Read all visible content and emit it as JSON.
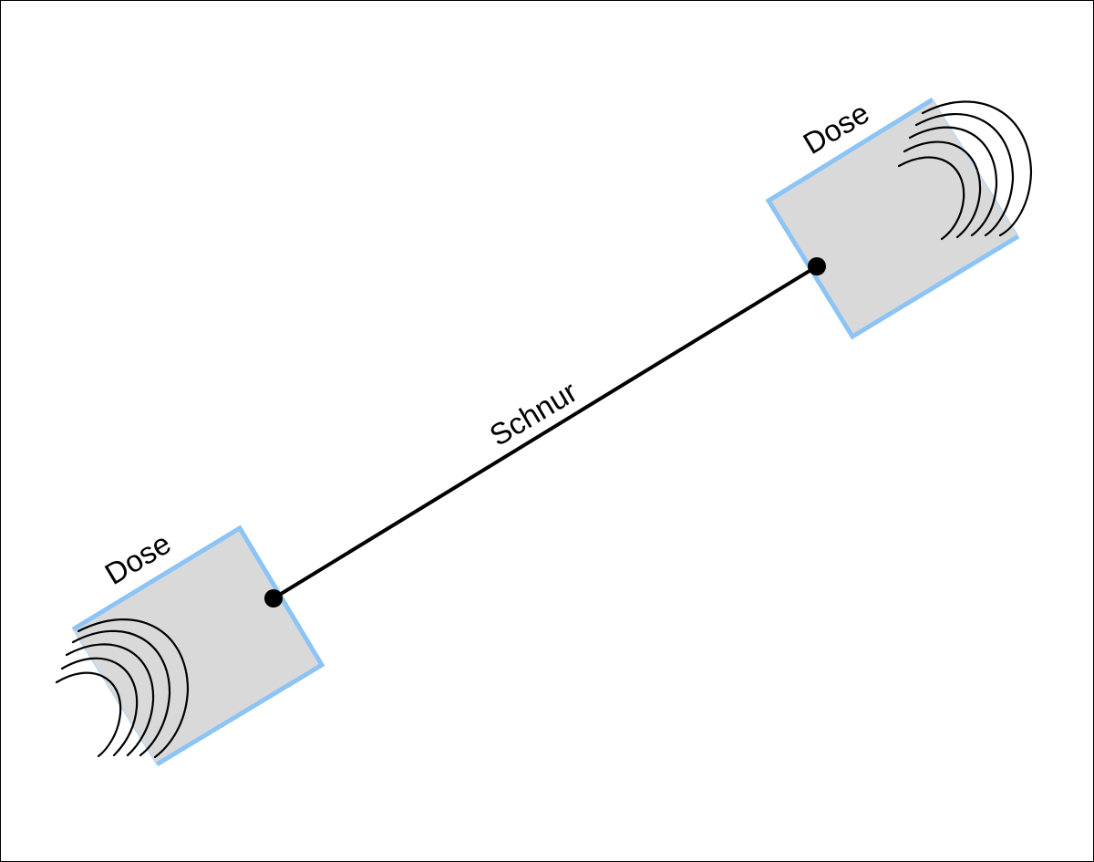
{
  "diagram": {
    "string_label": "Schnur",
    "cans": [
      {
        "label": "Dose"
      },
      {
        "label": "Dose"
      }
    ],
    "colors": {
      "can_fill": "#d9d9d9",
      "can_outline": "#8cc4f6",
      "string": "#000000",
      "frame": "#000000"
    }
  }
}
